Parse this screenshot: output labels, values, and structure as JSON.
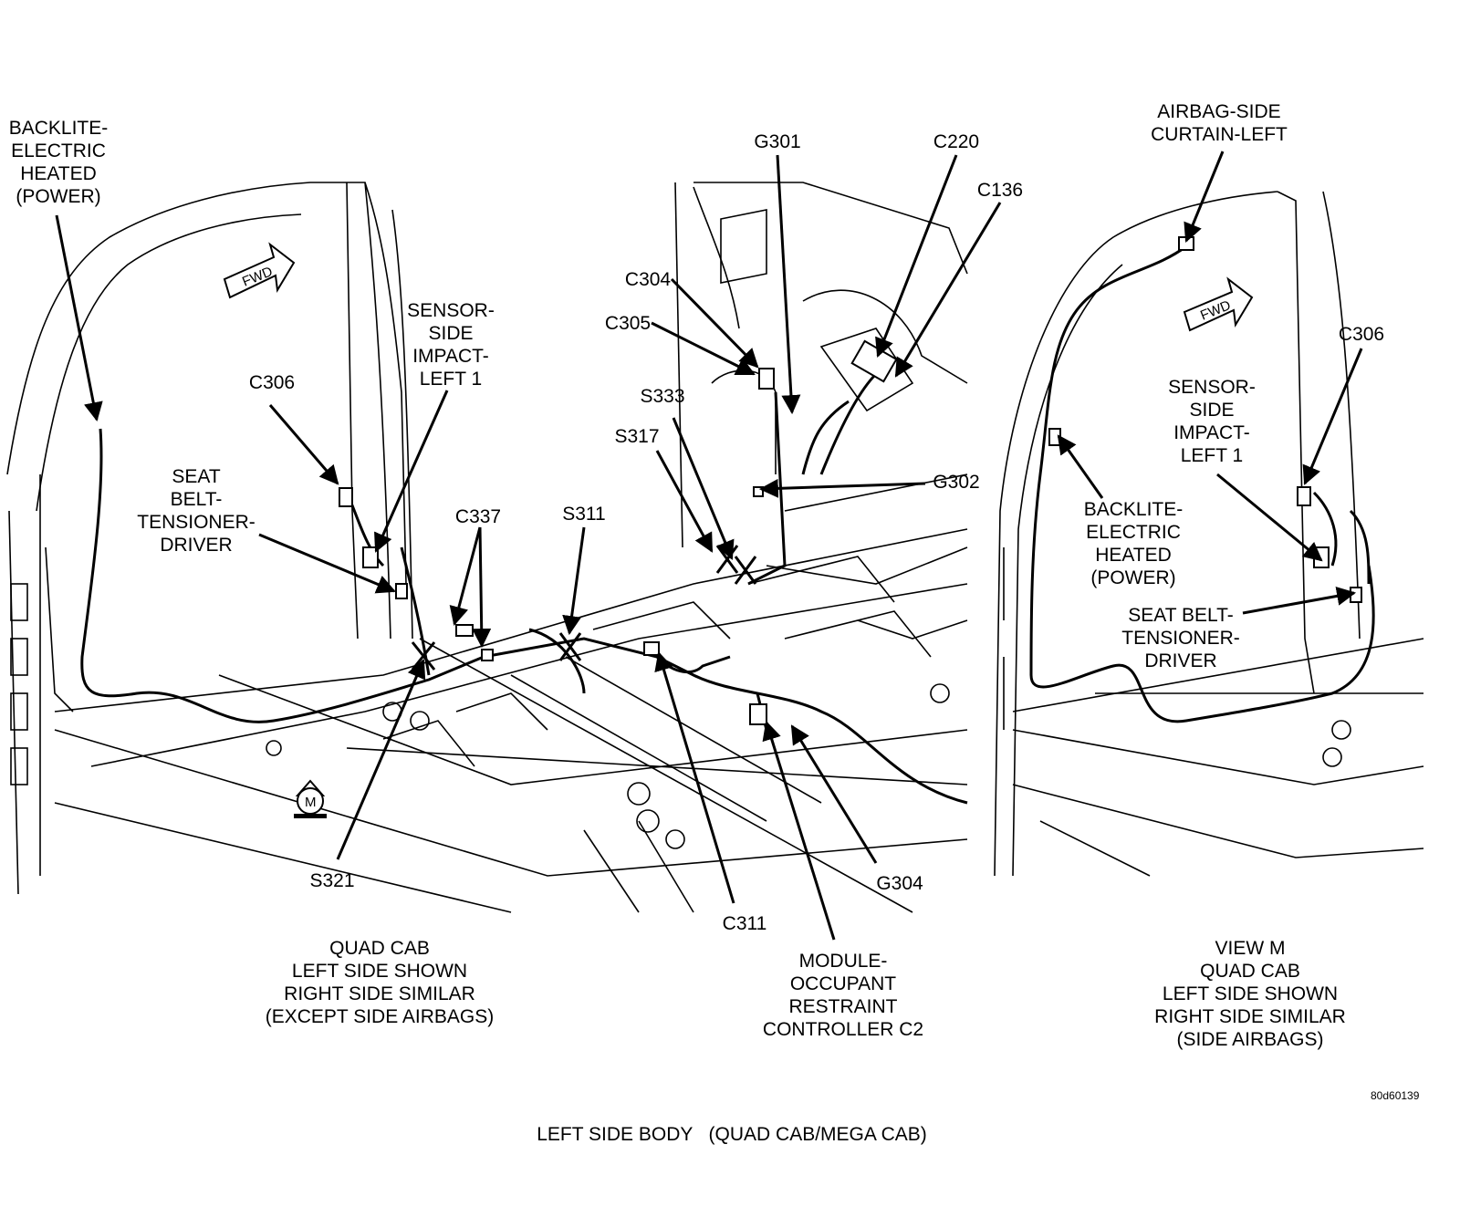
{
  "labels": {
    "backlite_left": "BACKLITE-\nELECTRIC\nHEATED\n(POWER)",
    "sensor_left": "SENSOR-\nSIDE\nIMPACT-\nLEFT 1",
    "seat_belt_left": "SEAT\nBELT-\nTENSIONER-\nDRIVER",
    "c306_left": "C306",
    "c337": "C337",
    "s311": "S311",
    "s321": "S321",
    "c304": "C304",
    "c305": "C305",
    "s333": "S333",
    "s317": "S317",
    "g301": "G301",
    "c220": "C220",
    "c136": "C136",
    "g302": "G302",
    "g304": "G304",
    "c311": "C311",
    "module_orc": "MODULE-\nOCCUPANT\nRESTRAINT\nCONTROLLER C2",
    "airbag_curtain": "AIRBAG-SIDE\nCURTAIN-LEFT",
    "c306_right": "C306",
    "sensor_right": "SENSOR-\nSIDE\nIMPACT-\nLEFT 1",
    "backlite_right": "BACKLITE-\nELECTRIC\nHEATED\n(POWER)",
    "seat_belt_right": "SEAT BELT-\nTENSIONER-\nDRIVER",
    "fwd_left": "FWD",
    "fwd_right": "FWD",
    "motor_symbol": "M"
  },
  "captions": {
    "main_view": "QUAD CAB\nLEFT SIDE SHOWN\nRIGHT SIDE SIMILAR\n(EXCEPT SIDE AIRBAGS)",
    "view_m": "VIEW M\nQUAD CAB\nLEFT SIDE SHOWN\nRIGHT SIDE SIMILAR\n(SIDE AIRBAGS)",
    "figure_title": "LEFT SIDE BODY   (QUAD CAB/MEGA CAB)",
    "figure_id": "80d60139"
  }
}
